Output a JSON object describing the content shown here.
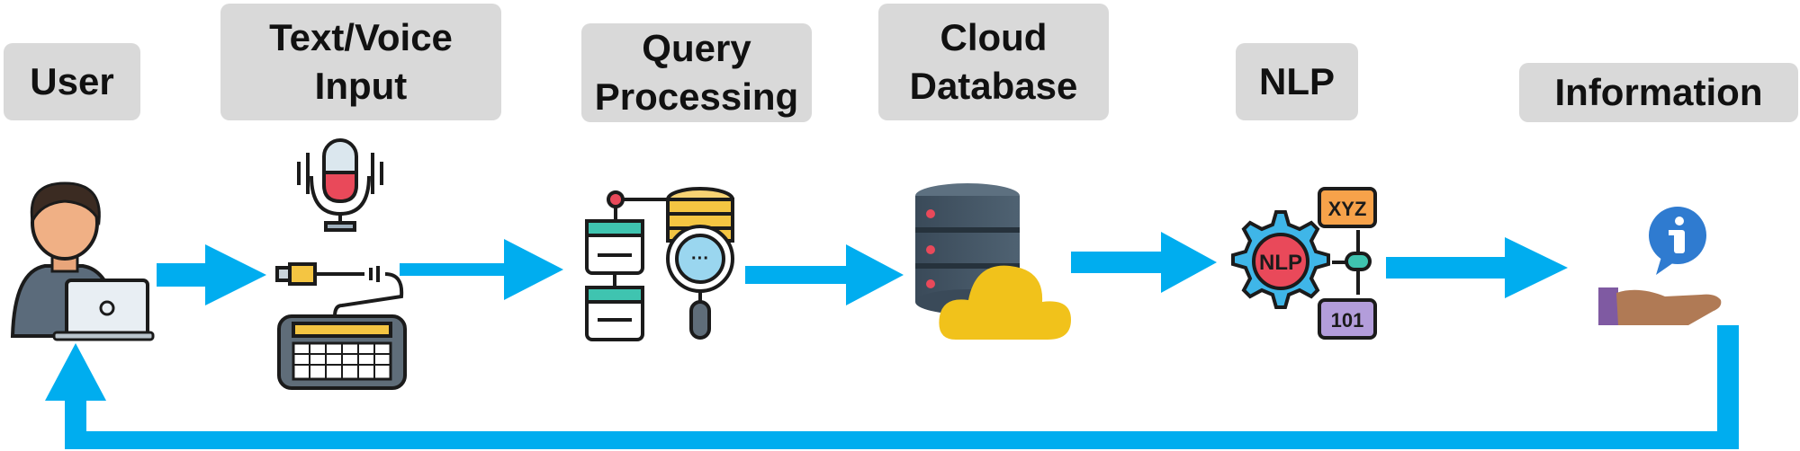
{
  "steps": [
    {
      "label": "User"
    },
    {
      "label": "Text/Voice\nInput"
    },
    {
      "label": "Query\nProcessing"
    },
    {
      "label": "Cloud\nDatabase"
    },
    {
      "label": "NLP"
    },
    {
      "label": "Information"
    }
  ],
  "icons": {
    "user": "user-laptop-icon",
    "mic": "microphone-icon",
    "keyboard": "keyboard-icon",
    "query": "query-search-icon",
    "cloud": "cloud-database-icon",
    "nlp": "nlp-gear-icon",
    "info": "info-hand-icon"
  },
  "nlp_icon_text": {
    "center": "NLP",
    "top": "XYZ",
    "bottom": "101"
  },
  "colors": {
    "arrow": "#00adef",
    "label_bg": "#d9d9d9"
  }
}
